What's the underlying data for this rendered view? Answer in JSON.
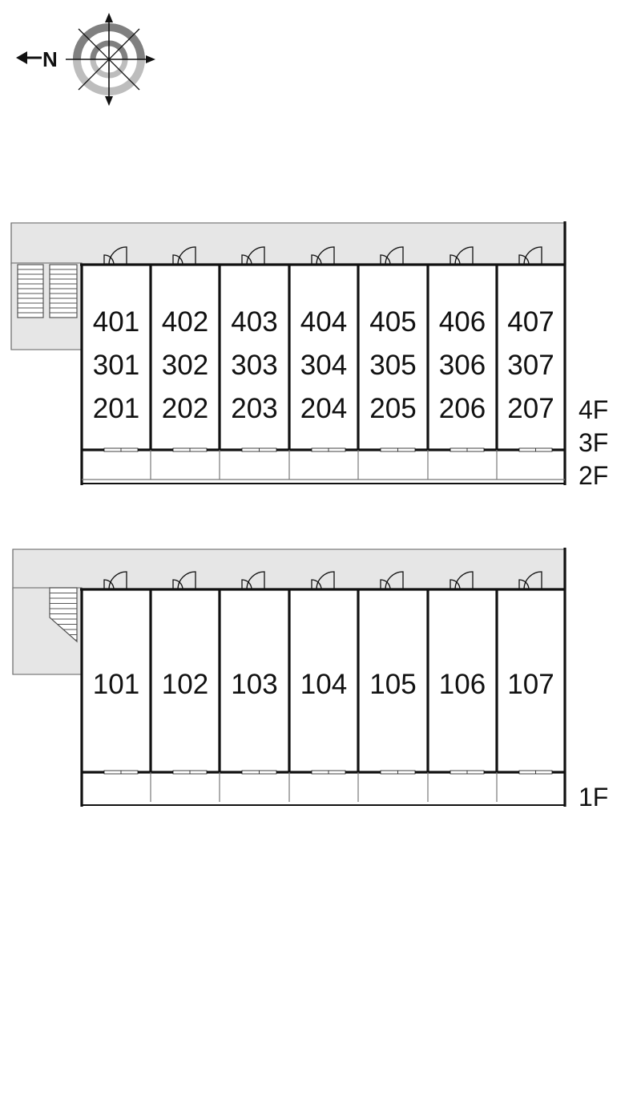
{
  "compass": {
    "north_letter": "N",
    "icon": "compass-rose-icon",
    "arrow_direction": "left"
  },
  "colors": {
    "corridor_fill": "#e6e6e6",
    "wall": "#111111",
    "thin_line": "#777777",
    "compass_ring_dark": "#808080",
    "compass_ring_light": "#bdbdbd"
  },
  "upper_block": {
    "floor_labels": [
      "4F",
      "3F",
      "2F"
    ],
    "stairs_icon": "double-staircase-icon",
    "units": [
      {
        "numbers": [
          "401",
          "301",
          "201"
        ]
      },
      {
        "numbers": [
          "402",
          "302",
          "202"
        ]
      },
      {
        "numbers": [
          "403",
          "303",
          "203"
        ]
      },
      {
        "numbers": [
          "404",
          "304",
          "204"
        ]
      },
      {
        "numbers": [
          "405",
          "305",
          "205"
        ]
      },
      {
        "numbers": [
          "406",
          "306",
          "206"
        ]
      },
      {
        "numbers": [
          "407",
          "307",
          "207"
        ]
      }
    ]
  },
  "lower_block": {
    "floor_labels": [
      "1F"
    ],
    "stairs_icon": "staircase-icon",
    "units": [
      {
        "numbers": [
          "101"
        ]
      },
      {
        "numbers": [
          "102"
        ]
      },
      {
        "numbers": [
          "103"
        ]
      },
      {
        "numbers": [
          "104"
        ]
      },
      {
        "numbers": [
          "105"
        ]
      },
      {
        "numbers": [
          "106"
        ]
      },
      {
        "numbers": [
          "107"
        ]
      }
    ]
  }
}
